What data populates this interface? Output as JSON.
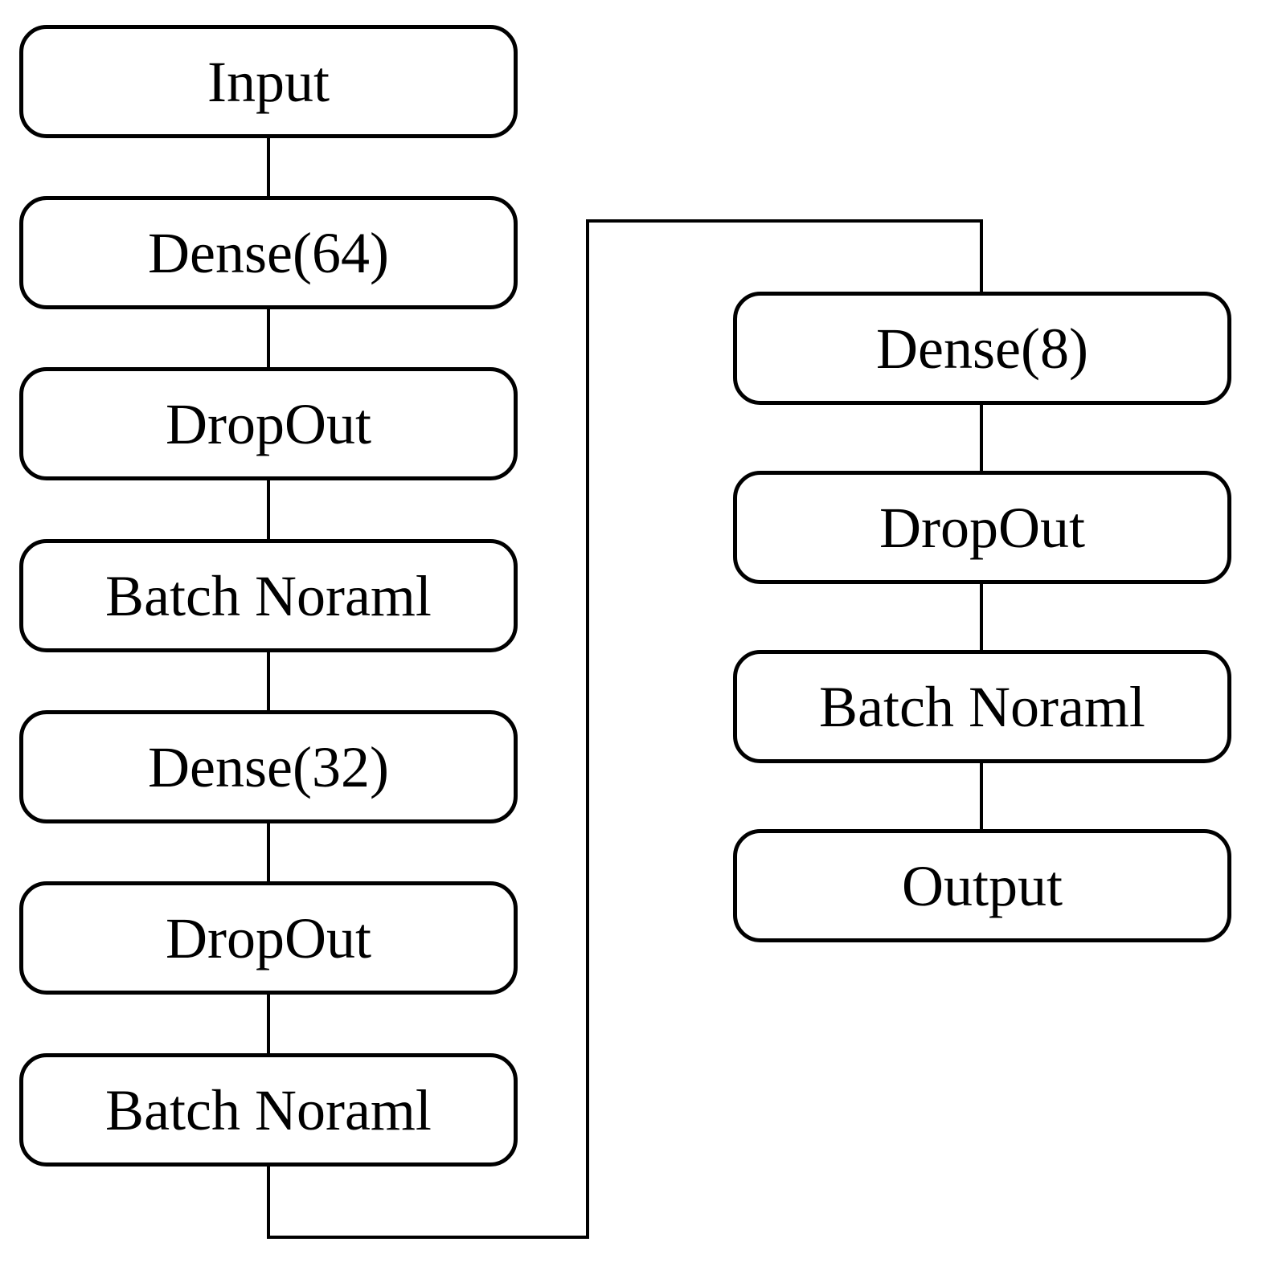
{
  "colors": {
    "stroke": "#000000",
    "background": "#ffffff"
  },
  "left_column": [
    {
      "label": "Input"
    },
    {
      "label": "Dense(64)"
    },
    {
      "label": "DropOut"
    },
    {
      "label": "Batch Noraml"
    },
    {
      "label": "Dense(32)"
    },
    {
      "label": "DropOut"
    },
    {
      "label": "Batch Noraml"
    }
  ],
  "right_column": [
    {
      "label": "Dense(8)"
    },
    {
      "label": "DropOut"
    },
    {
      "label": "Batch Noraml"
    },
    {
      "label": "Output"
    }
  ]
}
